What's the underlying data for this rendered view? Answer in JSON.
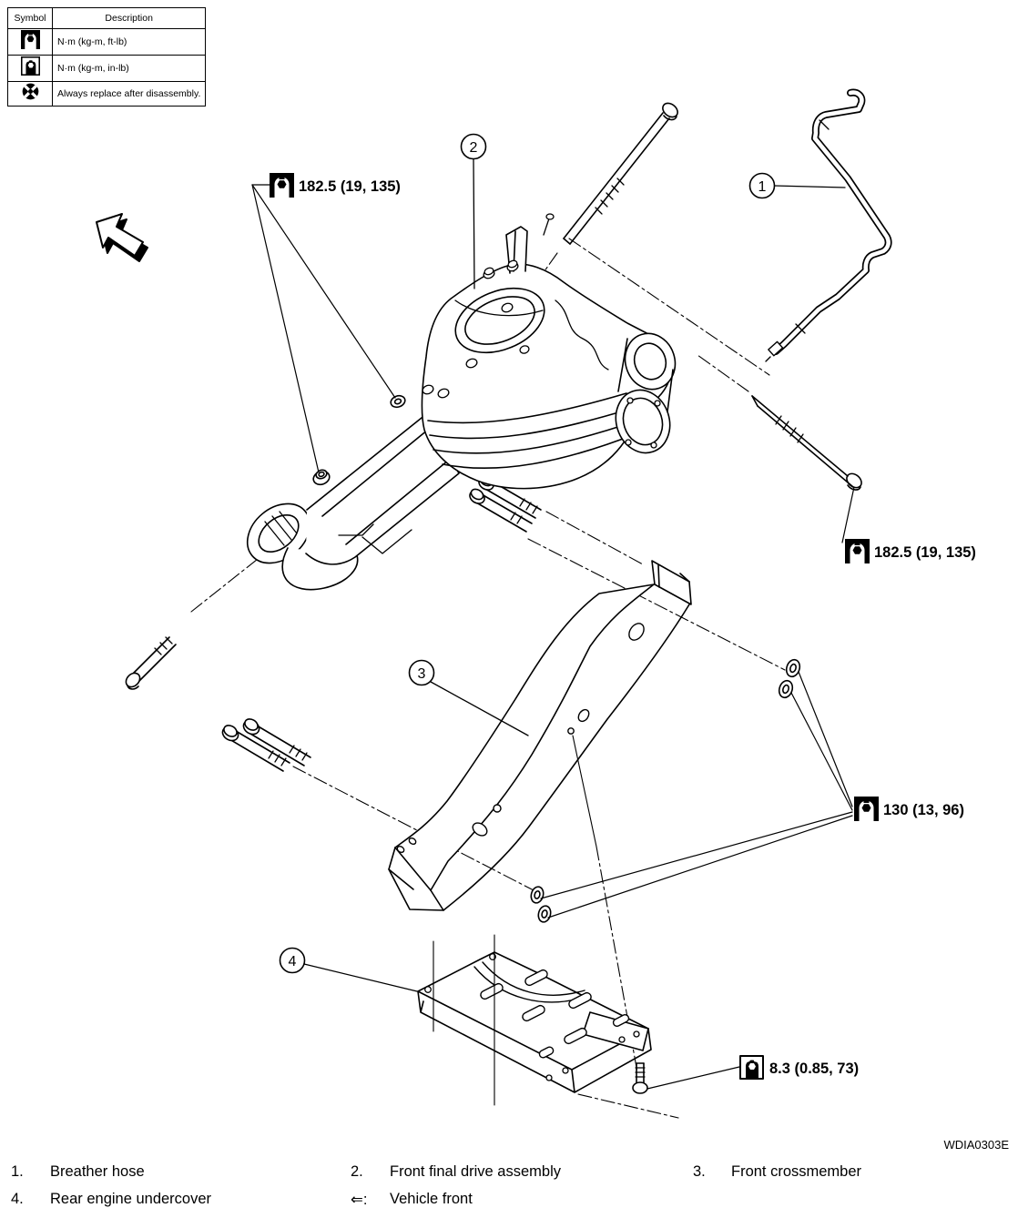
{
  "page": {
    "watermark": "WDIA0303E",
    "ink": "#000000",
    "paper": "#ffffff"
  },
  "symbol_legend": {
    "headers": {
      "symbol": "Symbol",
      "description": "Description"
    },
    "rows": [
      {
        "icon": "torque-ftlb-icon",
        "description": "N·m (kg-m, ft-lb)"
      },
      {
        "icon": "torque-inlb-icon",
        "description": "N·m (kg-m, in-lb)"
      },
      {
        "icon": "replace-icon",
        "description": "Always replace after disassembly."
      }
    ]
  },
  "torque_callouts": [
    {
      "id": "upper-left",
      "symbol": "torque-ftlb",
      "label": "182.5 (19, 135)"
    },
    {
      "id": "right",
      "symbol": "torque-ftlb",
      "label": "182.5 (19, 135)"
    },
    {
      "id": "crossmember",
      "symbol": "torque-ftlb",
      "label": "130 (13, 96)"
    },
    {
      "id": "undercover",
      "symbol": "torque-inlb",
      "label": "8.3 (0.85, 73)"
    }
  ],
  "item_callouts": [
    {
      "number": "1",
      "target": "breather-hose"
    },
    {
      "number": "2",
      "target": "front-final-drive-assembly"
    },
    {
      "number": "3",
      "target": "front-crossmember"
    },
    {
      "number": "4",
      "target": "rear-engine-undercover"
    }
  ],
  "parts_list": {
    "rows": [
      [
        {
          "number": "1.",
          "label": "Breather hose"
        },
        {
          "number": "2.",
          "label": "Front final drive assembly"
        },
        {
          "number": "3.",
          "label": "Front crossmember"
        }
      ],
      [
        {
          "number": "4.",
          "label": "Rear engine undercover"
        },
        {
          "number": "⇐:",
          "label": "Vehicle front"
        }
      ]
    ]
  }
}
